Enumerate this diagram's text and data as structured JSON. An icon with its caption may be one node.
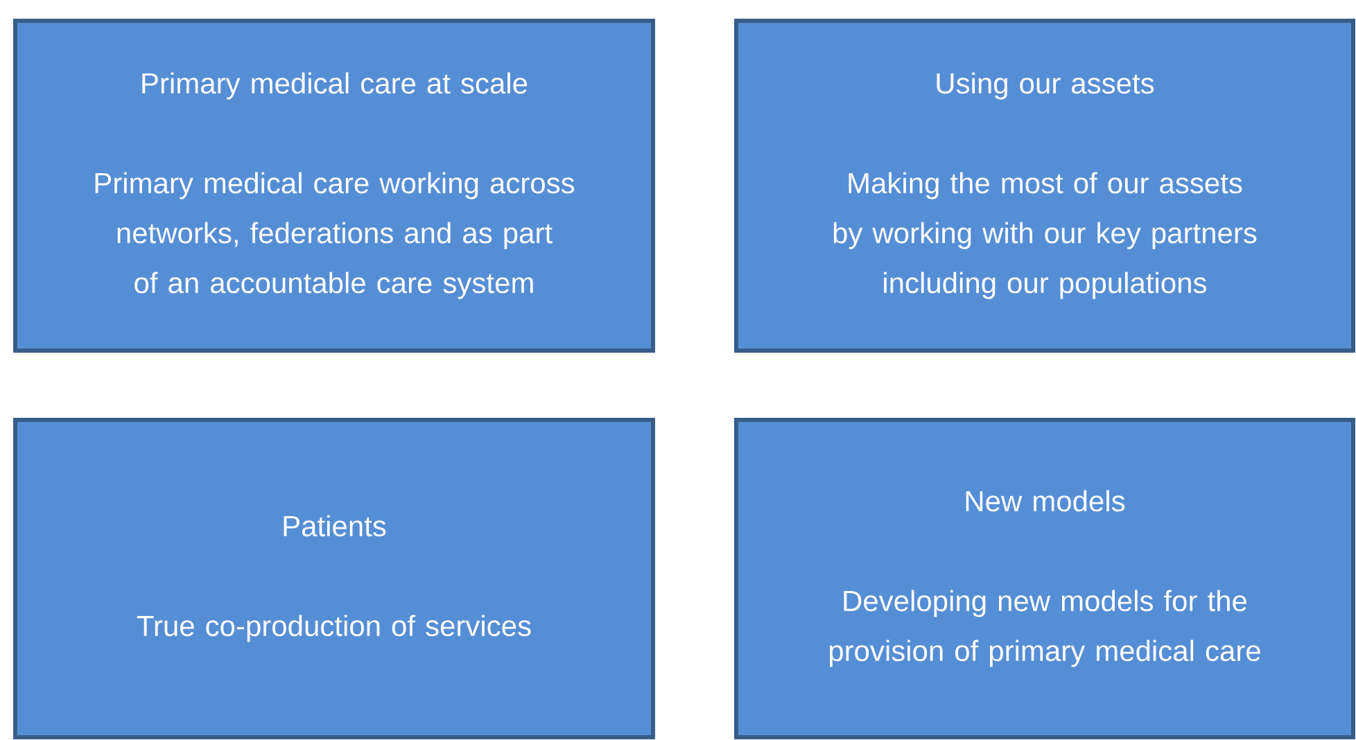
{
  "diagram": {
    "nodes": [
      {
        "text": [
          "Primary medical care at scale",
          "Primary medical care working across networks, federations and as part of an accountable care system"
        ]
      },
      {
        "text": [
          "Using our assets",
          "Making the most of our assets by working with our key partners including our populations"
        ]
      },
      {
        "text": [
          "Patients",
          "True co-production of services"
        ]
      },
      {
        "text": [
          "New models",
          "Developing new models for the provision of primary medical care"
        ]
      }
    ]
  }
}
